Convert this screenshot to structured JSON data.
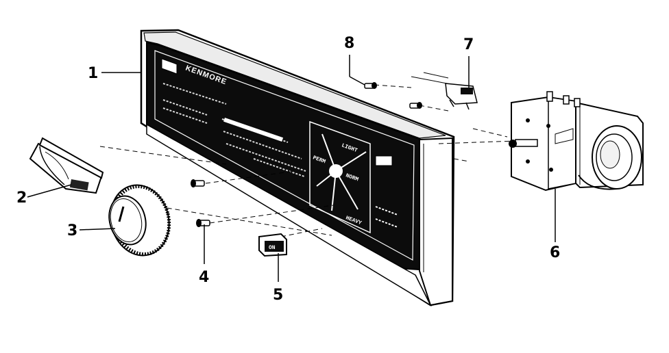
{
  "diagram": {
    "brand_label": "KENMORE",
    "callouts": [
      {
        "id": "1",
        "label": "1"
      },
      {
        "id": "2",
        "label": "2"
      },
      {
        "id": "3",
        "label": "3"
      },
      {
        "id": "4",
        "label": "4"
      },
      {
        "id": "5",
        "label": "5"
      },
      {
        "id": "6",
        "label": "6"
      },
      {
        "id": "7",
        "label": "7"
      },
      {
        "id": "8",
        "label": "8"
      }
    ],
    "switch_label": "ON",
    "dial_labels": [
      "LIGHT",
      "NORM",
      "HEAVY",
      "PERM"
    ]
  }
}
